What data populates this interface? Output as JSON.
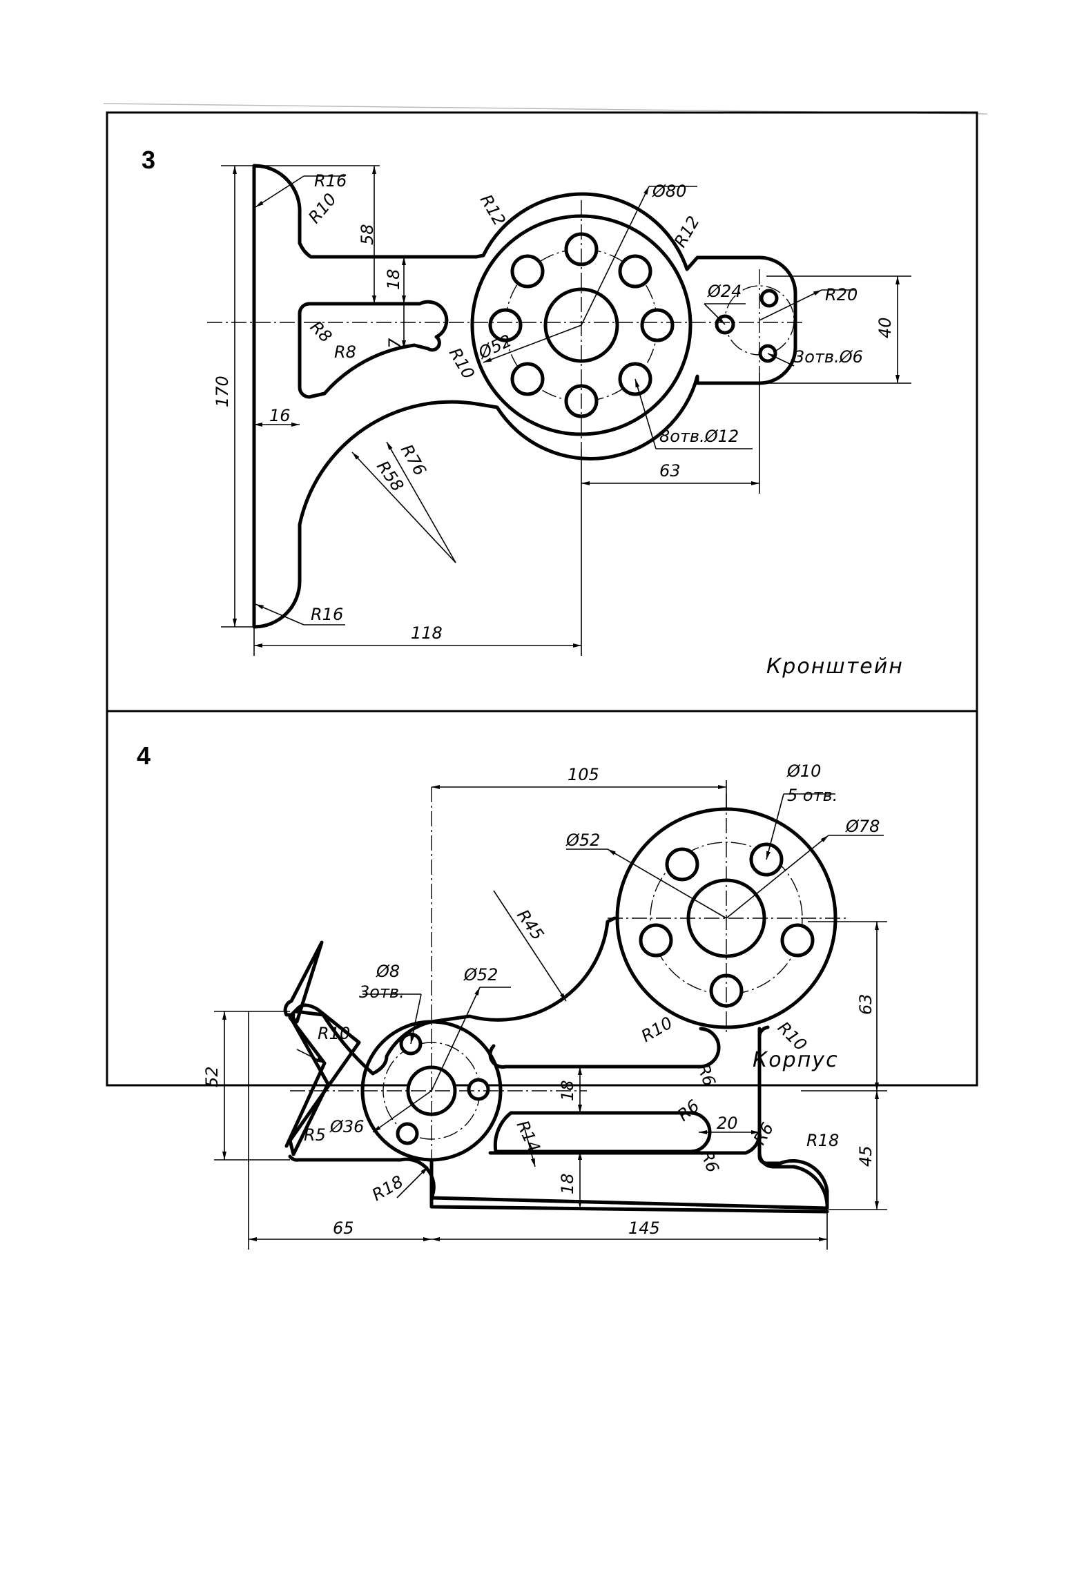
{
  "sheet": {
    "drawing_3": {
      "number": "3",
      "caption": "Кронштейн",
      "dims": {
        "r16_top": "R16",
        "r10_top": "R10",
        "d58": "58",
        "r12_left": "R12",
        "d80": "Ø80",
        "r12_right": "R12",
        "d18": "18",
        "d24": "Ø24",
        "r20": "R20",
        "d40": "40",
        "r8_a": "R8",
        "r8_b": "R8",
        "d7": "7",
        "r10_mid": "R10",
        "d52": "Ø52",
        "holes3": "3отв.Ø6",
        "d170": "170",
        "d16": "16",
        "holes8": "8отв.Ø12",
        "d63": "63",
        "r76": "R76",
        "r58": "R58",
        "r16_bottom": "R16",
        "d118": "118"
      }
    },
    "drawing_4": {
      "number": "4",
      "caption": "Корпус",
      "dims": {
        "d105": "105",
        "d10": "Ø10",
        "holes5": "5 отв.",
        "d78": "Ø78",
        "d52_top": "Ø52",
        "r45": "R45",
        "d63": "63",
        "d8": "Ø8",
        "holes3": "3отв.",
        "d52_small": "Ø52",
        "r10_left": "R10",
        "r10_mid": "R10",
        "r10_right": "R10",
        "r6_a": "R6",
        "d52_side": "52",
        "d18_a": "18",
        "r6_b": "R6",
        "d20": "20",
        "r6_c": "R6",
        "r18_right": "R18",
        "r5": "R5",
        "d36": "Ø36",
        "r14": "R14",
        "r6_d": "R6",
        "d45": "45",
        "r18_left": "R18",
        "d18_b": "18",
        "d65": "65",
        "d145": "145"
      }
    }
  }
}
